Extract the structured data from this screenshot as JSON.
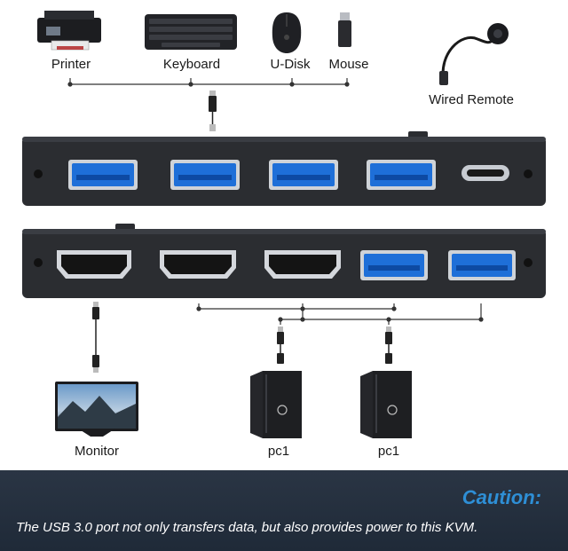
{
  "devices": {
    "printer": "Printer",
    "keyboard": "Keyboard",
    "udisk": "U-Disk",
    "mouse": "Mouse",
    "remote": "Wired Remote",
    "monitor": "Monitor",
    "pc_left": "pc1",
    "pc_right": "pc1"
  },
  "caution": {
    "title": "Caution:",
    "text": "The USB 3.0 port not only transfers data, but also provides power to this KVM."
  },
  "colors": {
    "usb_blue": "#1e6fd8",
    "device_body": "#2b2d31",
    "caution_title": "#2e8fd6",
    "caution_bg": "#232e3c"
  }
}
